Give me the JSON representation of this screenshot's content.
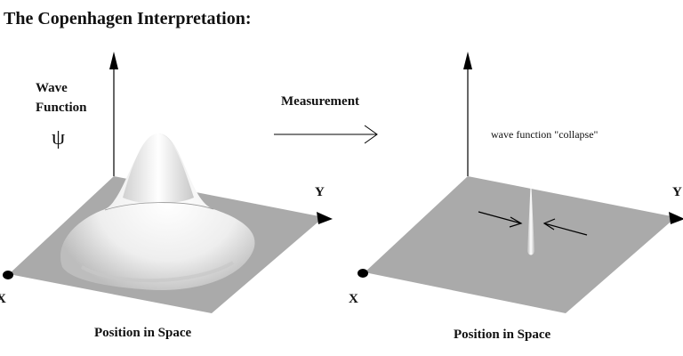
{
  "title": "The Copenhagen Interpretation:",
  "left_panel": {
    "wave_label_line1": "Wave",
    "wave_label_line2": "Function",
    "psi_symbol": "ψ",
    "y_axis": "Y",
    "x_axis": "X",
    "position_label": "Position in Space"
  },
  "middle": {
    "measurement_label": "Measurement"
  },
  "right_panel": {
    "collapse_label": "wave function \"collapse\"",
    "y_axis": "Y",
    "x_axis": "X",
    "position_label": "Position in Space"
  },
  "colors": {
    "plane": "#aaaaaa",
    "surface": "#f2f2f2",
    "line": "#000000"
  }
}
